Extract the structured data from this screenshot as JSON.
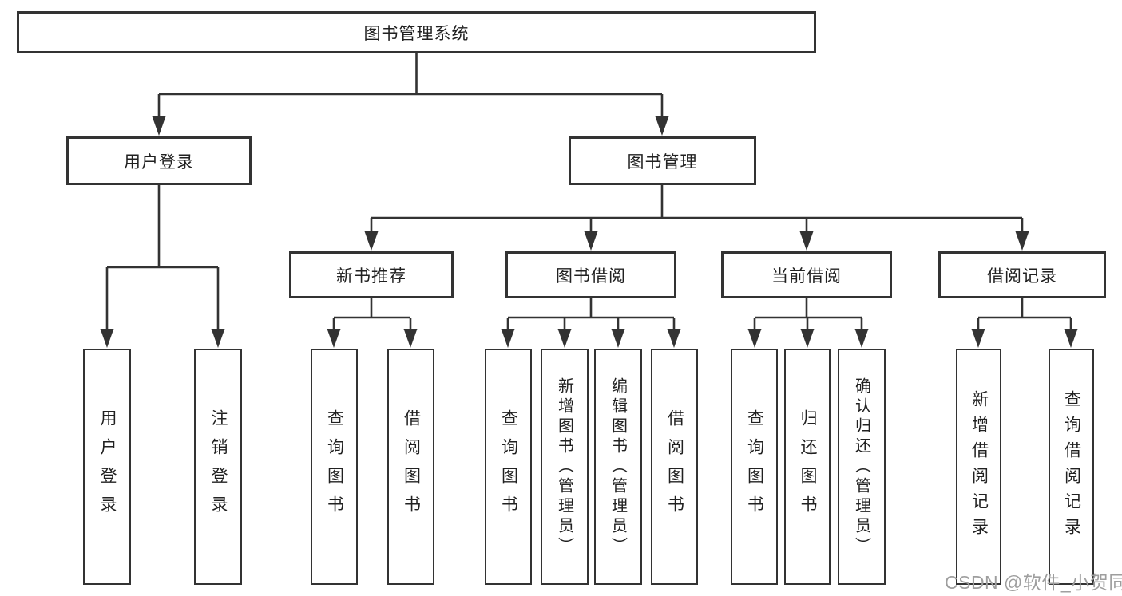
{
  "diagram": {
    "type": "tree",
    "title": "图书管理系统",
    "children": [
      {
        "label": "用户登录",
        "children": [
          {
            "label": "用户登录"
          },
          {
            "label": "注销登录"
          }
        ]
      },
      {
        "label": "图书管理",
        "children": [
          {
            "label": "新书推荐",
            "children": [
              {
                "label": "查询图书"
              },
              {
                "label": "借阅图书"
              }
            ]
          },
          {
            "label": "图书借阅",
            "children": [
              {
                "label": "查询图书"
              },
              {
                "label": "新增图书（管理员）"
              },
              {
                "label": "编辑图书（管理员）"
              },
              {
                "label": "借阅图书"
              }
            ]
          },
          {
            "label": "当前借阅",
            "children": [
              {
                "label": "查询图书"
              },
              {
                "label": "归还图书"
              },
              {
                "label": "确认归还（管理员）"
              }
            ]
          },
          {
            "label": "借阅记录",
            "children": [
              {
                "label": "新增借阅记录"
              },
              {
                "label": "查询借阅记录"
              }
            ]
          }
        ]
      }
    ]
  },
  "watermark": {
    "text": "CSDN @软件_小贺同学",
    "color": "#9e9e9e"
  },
  "colors": {
    "line": "#333333",
    "box_border": "#333333",
    "text": "#212121",
    "background": "#ffffff"
  }
}
